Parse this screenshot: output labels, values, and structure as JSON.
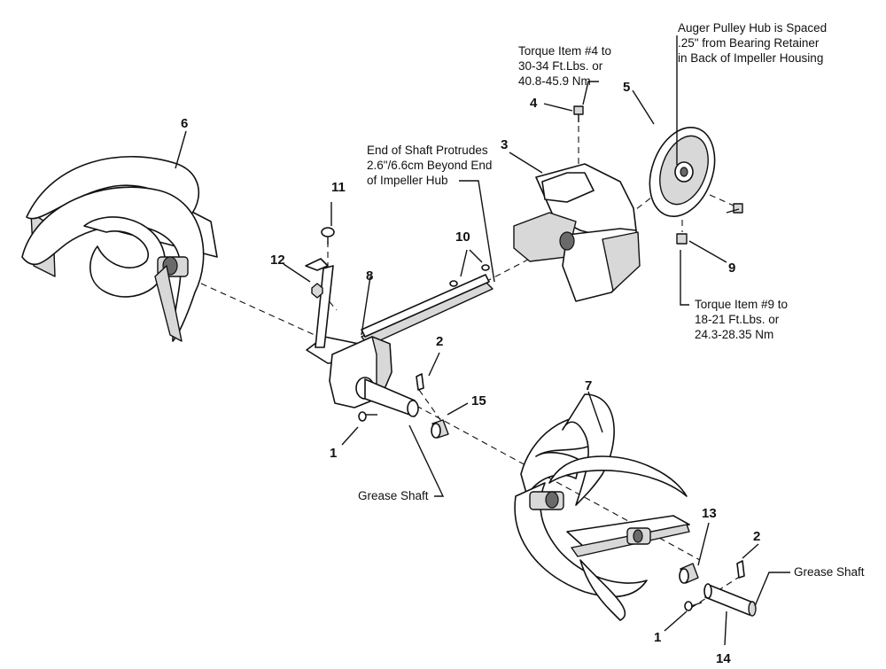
{
  "callouts": {
    "c1a": "1",
    "c1b": "1",
    "c2a": "2",
    "c2b": "2",
    "c3": "3",
    "c4": "4",
    "c5": "5",
    "c6": "6",
    "c7": "7",
    "c8": "8",
    "c9": "9",
    "c10": "10",
    "c11": "11",
    "c12": "12",
    "c13": "13",
    "c14": "14",
    "c15": "15"
  },
  "notes": {
    "torque4": [
      "Torque Item #4 to",
      "30-34 Ft.Lbs. or",
      "40.8-45.9 Nm"
    ],
    "pulley": [
      "Auger Pulley Hub is Spaced",
      ".25\" from Bearing Retainer",
      "in Back of Impeller Housing"
    ],
    "shaft_end": [
      "End of Shaft Protrudes",
      "2.6\"/6.6cm Beyond End",
      "of Impeller Hub"
    ],
    "torque9": [
      "Torque Item #9 to",
      "18-21 Ft.Lbs. or",
      "24.3-28.35 Nm"
    ],
    "grease_shaft_center": "Grease Shaft",
    "grease_shaft_right": "Grease Shaft"
  }
}
